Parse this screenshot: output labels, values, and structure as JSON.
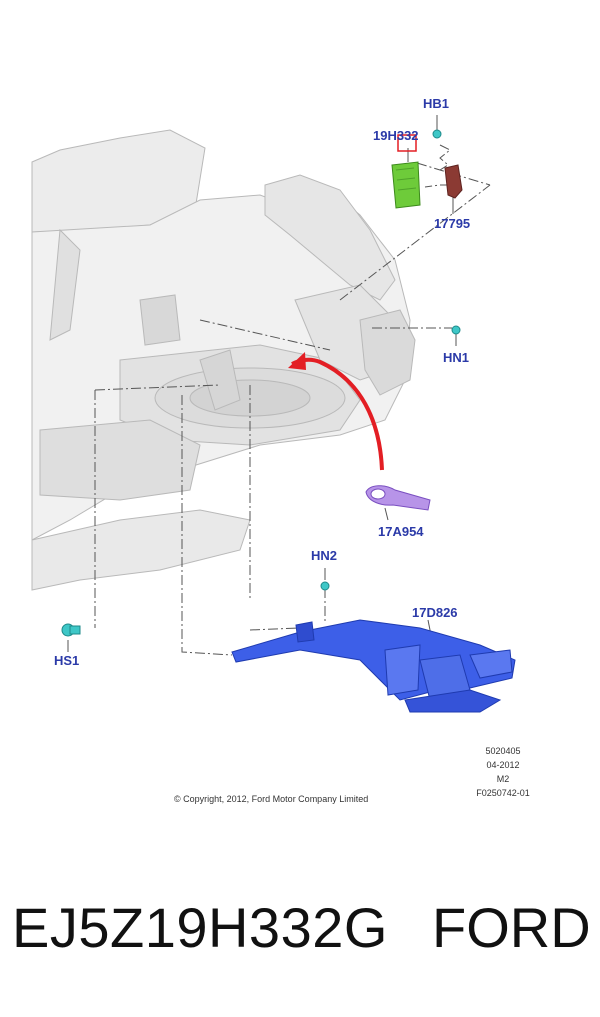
{
  "diagram": {
    "callouts": {
      "hb1": "HB1",
      "module": "19H332",
      "bracket": "17795",
      "hn1": "HN1",
      "tow_eye": "17A954",
      "hn2": "HN2",
      "crossmember": "17D826",
      "hs1": "HS1"
    },
    "meta": {
      "line1": "5020405",
      "line2": "04-2012",
      "line3": "M2",
      "line4": "F0250742-01"
    },
    "copyright": "© Copyright, 2012, Ford Motor Company Limited",
    "colors": {
      "callout_text": "#2b3aa8",
      "module_green": "#6ecb3a",
      "bracket_brown": "#8b3a33",
      "tow_eye_purple": "#9a6fd0",
      "crossmember_blue": "#3d5fe8",
      "fastener_teal": "#3ec7c7",
      "arrow_red": "#e31e24",
      "highlight_red": "#e31e24"
    }
  },
  "caption": {
    "part_number": "EJ5Z19H332G",
    "brand": "FORD"
  }
}
